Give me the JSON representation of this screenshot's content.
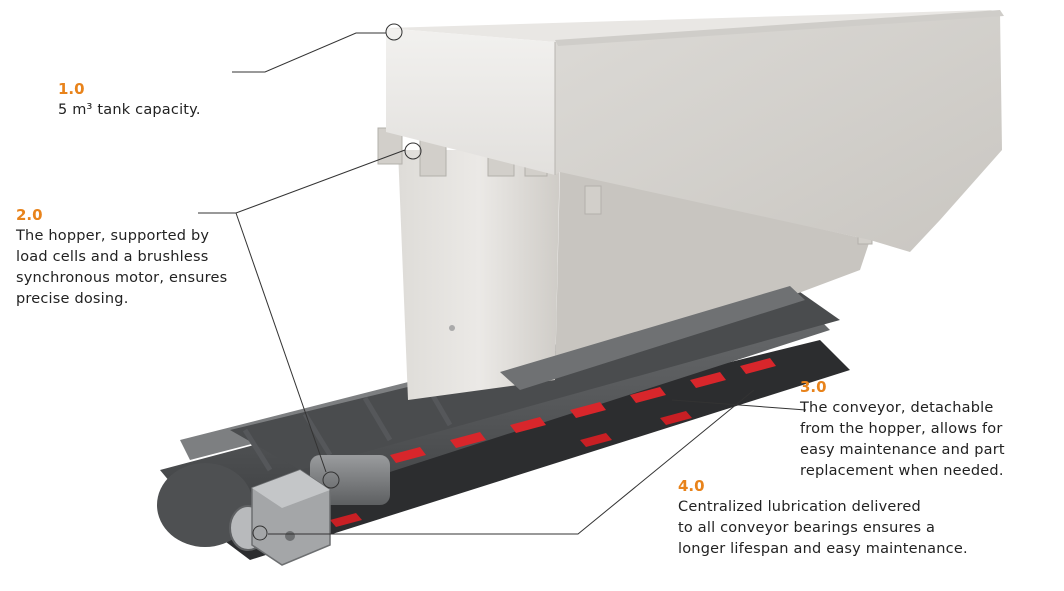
{
  "accent_color": "#e8831b",
  "callouts": [
    {
      "number": "1.0",
      "text": "5 m³ tank capacity."
    },
    {
      "number": "2.0",
      "text": "The hopper, supported by\nload cells and a brushless\nsynchronous motor, ensures\nprecise dosing."
    },
    {
      "number": "3.0",
      "text": "The conveyor, detachable\nfrom the hopper, allows for\neasy maintenance and part\nreplacement when needed."
    },
    {
      "number": "4.0",
      "text": "Centralized lubrication delivered\nto all conveyor bearings ensures a\nlonger lifespan and easy maintenance."
    }
  ]
}
